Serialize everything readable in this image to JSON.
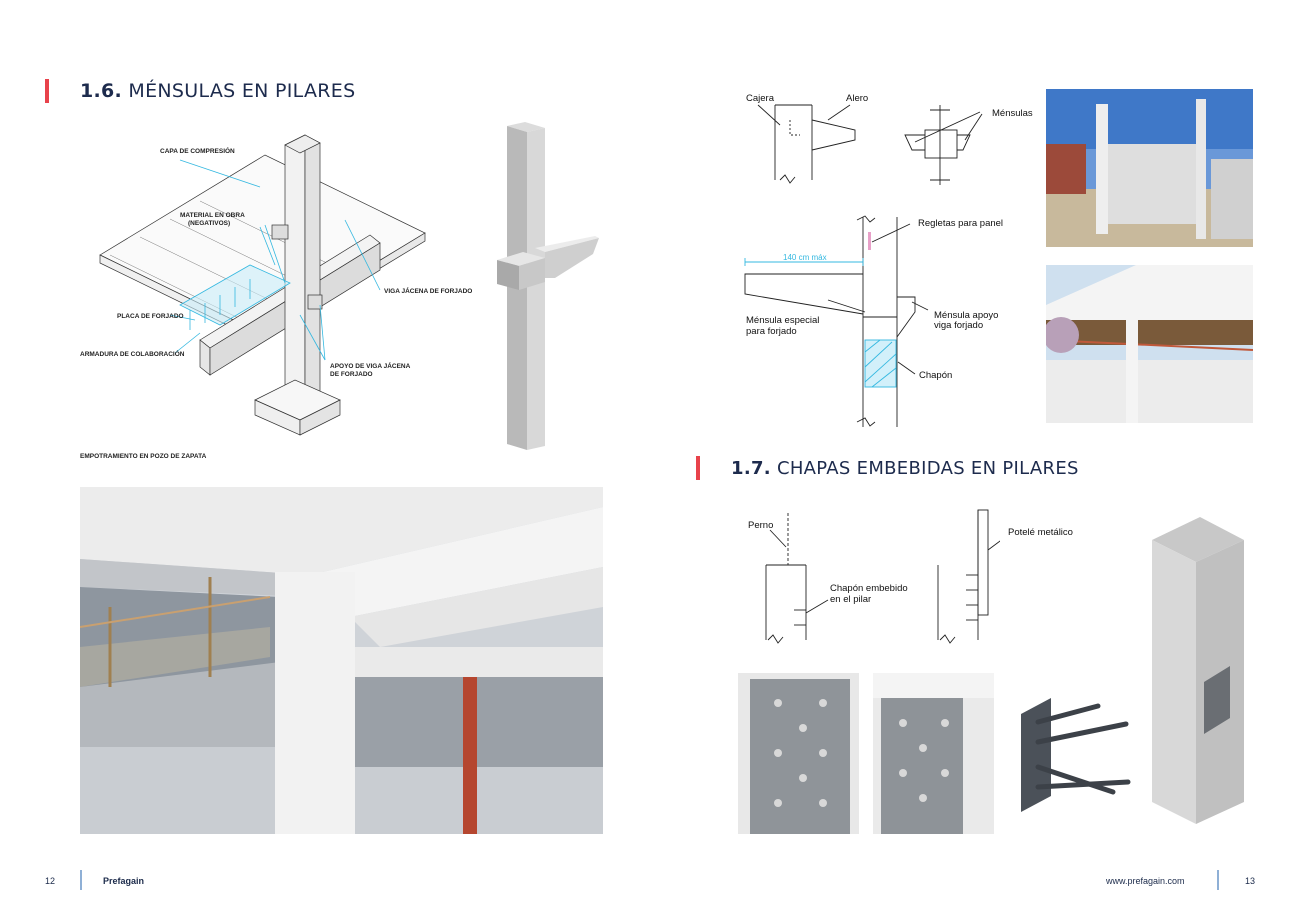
{
  "left_page": {
    "section_number": "1.6.",
    "section_title": "MÉNSULAS EN PILARES",
    "diagram_labels": {
      "capa_compresion": "CAPA DE COMPRESIÓN",
      "material_obra_1": "MATERIAL EN OBRA",
      "material_obra_2": "(NEGATIVOS)",
      "viga_jacena": "VIGA JÁCENA DE FORJADO",
      "placa_forjado": "PLACA DE FORJADO",
      "armadura": "ARMADURA DE COLABORACIÓN",
      "apoyo_1": "APOYO DE VIGA JÁCENA",
      "apoyo_2": "DE FORJADO",
      "empotramiento": "EMPOTRAMIENTO EN POZO DE ZAPATA"
    }
  },
  "right_page": {
    "drawing_labels": {
      "cajera": "Cajera",
      "alero": "Alero",
      "mensulas": "Ménsulas",
      "regletas": "Regletas para panel",
      "dim": "140 cm máx",
      "mensula_especial_1": "Ménsula especial",
      "mensula_especial_2": "para forjado",
      "mensula_apoyo_1": "Ménsula apoyo",
      "mensula_apoyo_2": "viga forjado",
      "chapon": "Chapón"
    },
    "section_number": "1.7.",
    "section_title": "CHAPAS EMBEBIDAS EN PILARES",
    "drawing2_labels": {
      "perno": "Perno",
      "chapon_embebido_1": "Chapón embebido",
      "chapon_embebido_2": "en el pilar",
      "potele": "Potelé metálico"
    }
  },
  "footer": {
    "left_page_number": "12",
    "brand": "Prefagain",
    "website": "www.prefagain.com",
    "right_page_number": "13"
  },
  "colors": {
    "accent": "#e8424b",
    "title": "#1d2b4d",
    "footer_bar": "#8fb0d6",
    "cyan_highlight": "#34b8e0"
  }
}
